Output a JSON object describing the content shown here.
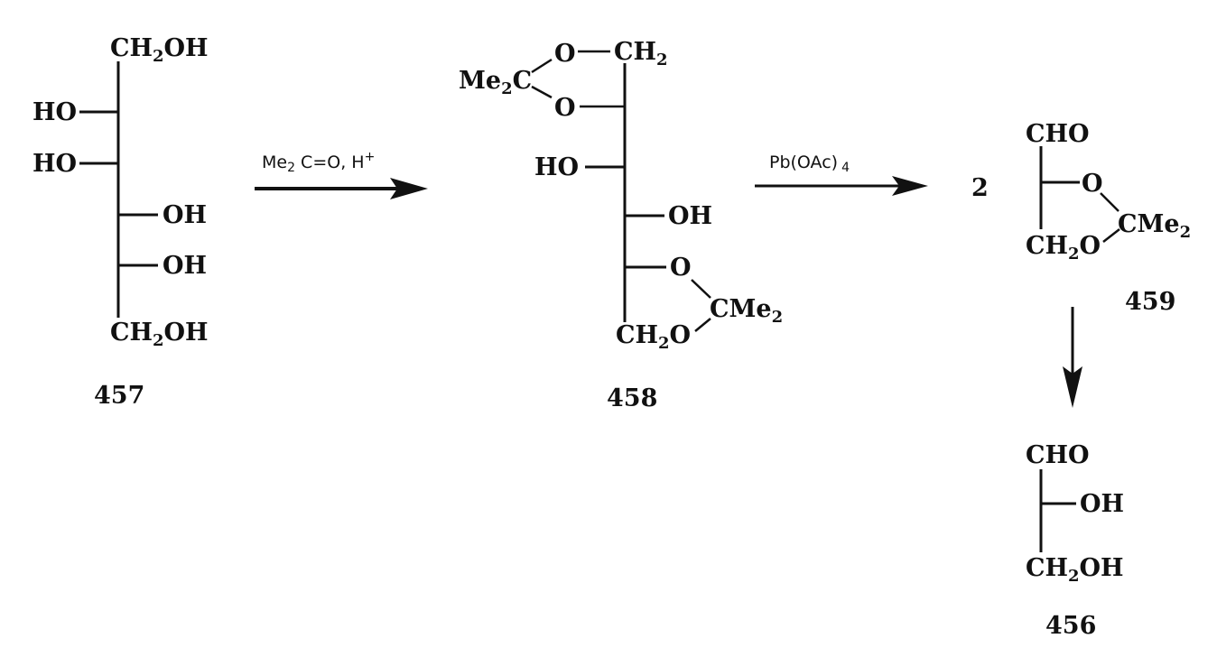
{
  "compounds": {
    "c457": {
      "number": "457",
      "top": "CH2OH",
      "left1": "HO",
      "left2": "HO",
      "right1": "OH",
      "right2": "OH",
      "bottom": "CH2OH"
    },
    "c458": {
      "number": "458",
      "ring1_o_top": "O",
      "ring1_ch2": "CH2",
      "ring1_cme2": "Me2C",
      "ring1_o_bottom": "O",
      "left_ho": "HO",
      "right_oh": "OH",
      "ring2_o": "O",
      "ring2_cme2": "CMe2",
      "ring2_ch2o": "CH2O"
    },
    "c459": {
      "number": "459",
      "coefficient": "2",
      "top": "CHO",
      "ring_o": "O",
      "cme2": "CMe2",
      "ch2o": "CH2O"
    },
    "c456": {
      "number": "456",
      "top": "CHO",
      "right_oh": "OH",
      "bottom": "CH2OH"
    }
  },
  "reagents": {
    "step1": "Me2C=O, H+",
    "step2": "Pb(OAc)4"
  },
  "colors": {
    "ink": "#111111",
    "background": "#ffffff"
  }
}
